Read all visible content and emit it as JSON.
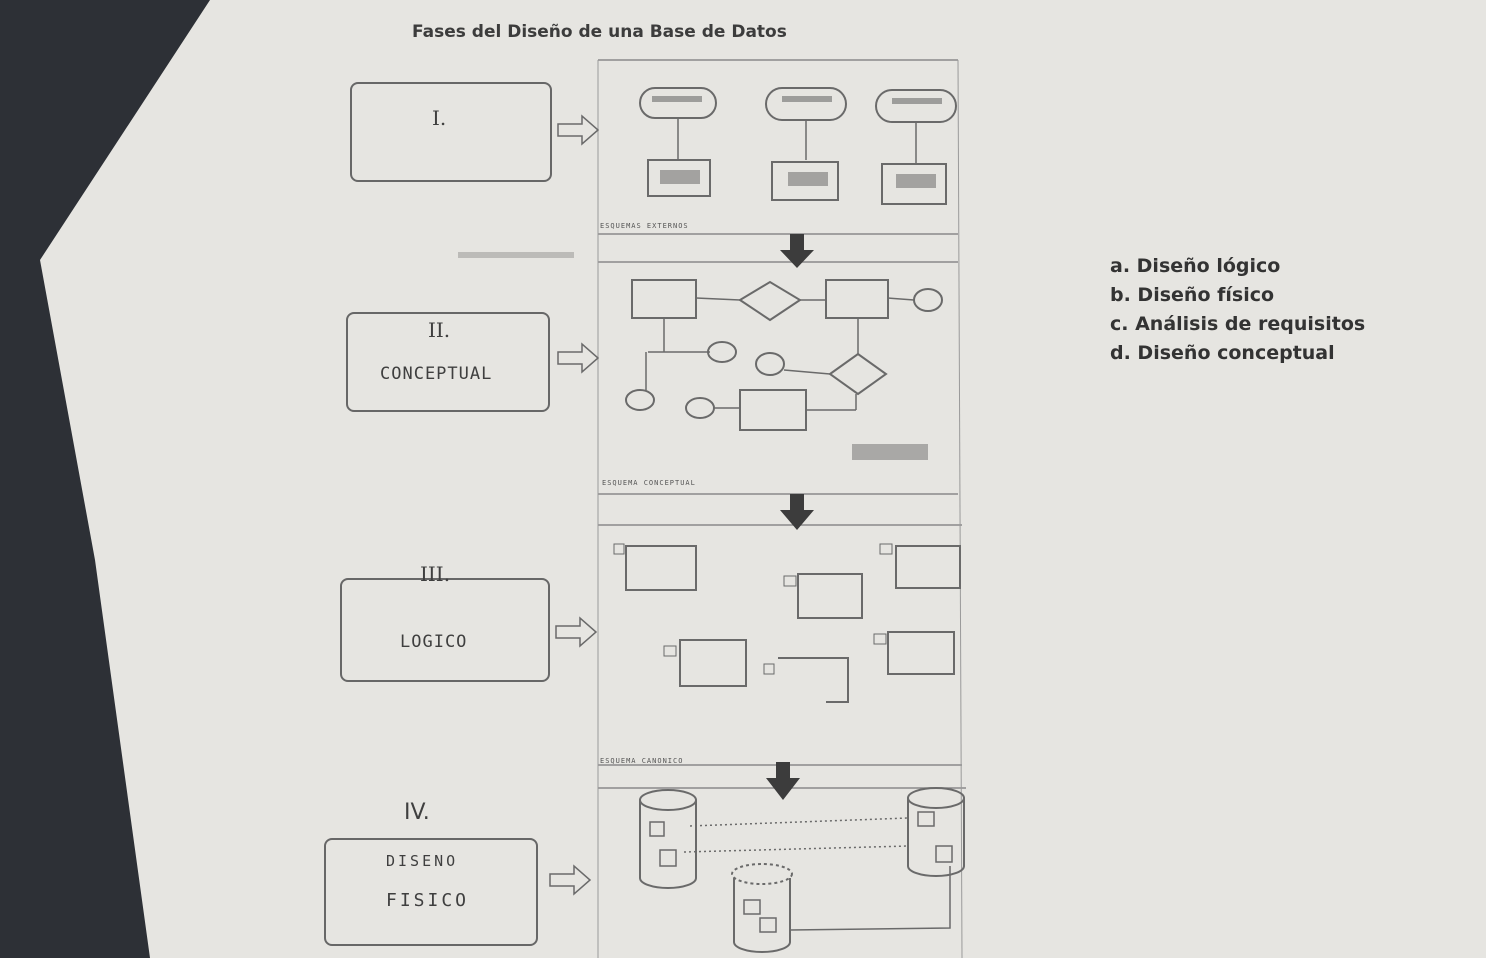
{
  "title": "Fases del Diseño de una Base de Datos",
  "phases": [
    {
      "number": "I.",
      "label": ""
    },
    {
      "number": "II.",
      "label": "CONCEPTUAL"
    },
    {
      "number": "III.",
      "label": "LOGICO"
    },
    {
      "number": "IV.",
      "label_line1": "DISENO",
      "label_line2": "FISICO"
    }
  ],
  "diagram_captions": {
    "external": "ESQUEMAS EXTERNOS",
    "conceptual": "ESQUEMA CONCEPTUAL",
    "canonical": "ESQUEMA CANONICO"
  },
  "options": [
    "a. Diseño lógico",
    "b. Diseño físico",
    "c. Análisis de requisitos",
    "d. Diseño conceptual"
  ],
  "colors": {
    "paper": "#e6e5e1",
    "ink": "#3f3f3f",
    "background": "#2d3036"
  },
  "icons": {
    "flow_arrow": "hollow-right-arrow-icon",
    "down_arrow": "solid-down-arrow-icon",
    "entity": "rectangle-shape",
    "relationship": "diamond-shape",
    "attribute": "ellipse-shape",
    "database": "cylinder-icon"
  }
}
